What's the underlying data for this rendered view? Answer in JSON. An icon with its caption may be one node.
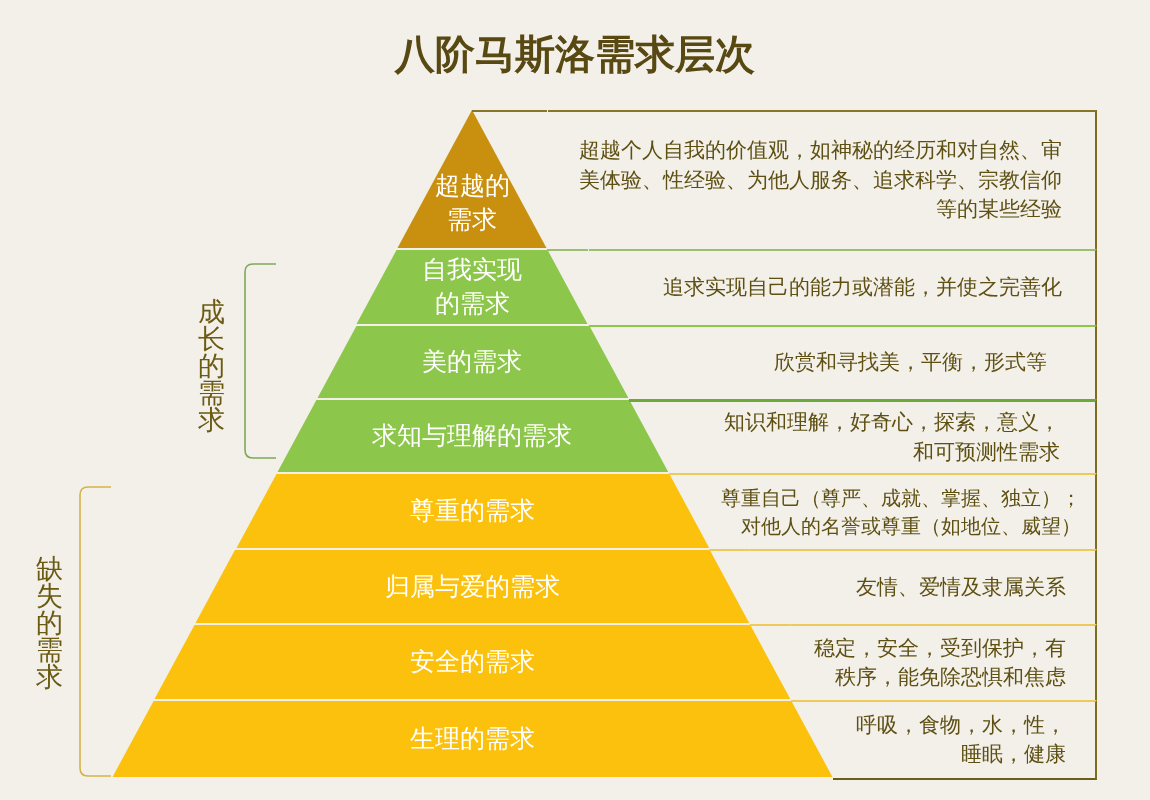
{
  "diagram": {
    "title": "八阶马斯洛需求层次",
    "nodes": [
      {
        "text": [
          "超越的需求"
        ]
      },
      {
        "text": [
          "超越个人自我的价值观，如神秘的经历和对自然、审美体验、性经验、为他人服务、追求科学、宗教信仰等的某些经验"
        ]
      },
      {
        "text": [
          "自我实现的需求"
        ]
      },
      {
        "text": [
          "追求实现自己的能力或潜能，并使之完善化"
        ]
      },
      {
        "text": [
          "美的需求"
        ]
      },
      {
        "text": [
          "欣赏和寻找美，平衡，形式等"
        ]
      },
      {
        "text": [
          "求知与理解的需求"
        ]
      },
      {
        "text": [
          "知识和理解，好奇心，探索，意义，和可预测性需求"
        ]
      },
      {
        "text": [
          "尊重的需求"
        ]
      },
      {
        "text": [
          "尊重自己（尊严、成就、掌握、独立）；对他人的名誉或尊重（如地位、威望）"
        ]
      },
      {
        "text": [
          "归属与爱的需求"
        ]
      },
      {
        "text": [
          "友情、爱情及隶属关系"
        ]
      },
      {
        "text": [
          "安全的需求"
        ]
      },
      {
        "text": [
          "稳定，安全，受到保护，有秩序，能免除恐惧和焦虑"
        ]
      },
      {
        "text": [
          "生理的需求"
        ]
      },
      {
        "text": [
          "呼吸，食物，水，性，睡眠，健康"
        ]
      }
    ],
    "labels": [
      "成长的需求",
      "缺失的需求"
    ]
  }
}
